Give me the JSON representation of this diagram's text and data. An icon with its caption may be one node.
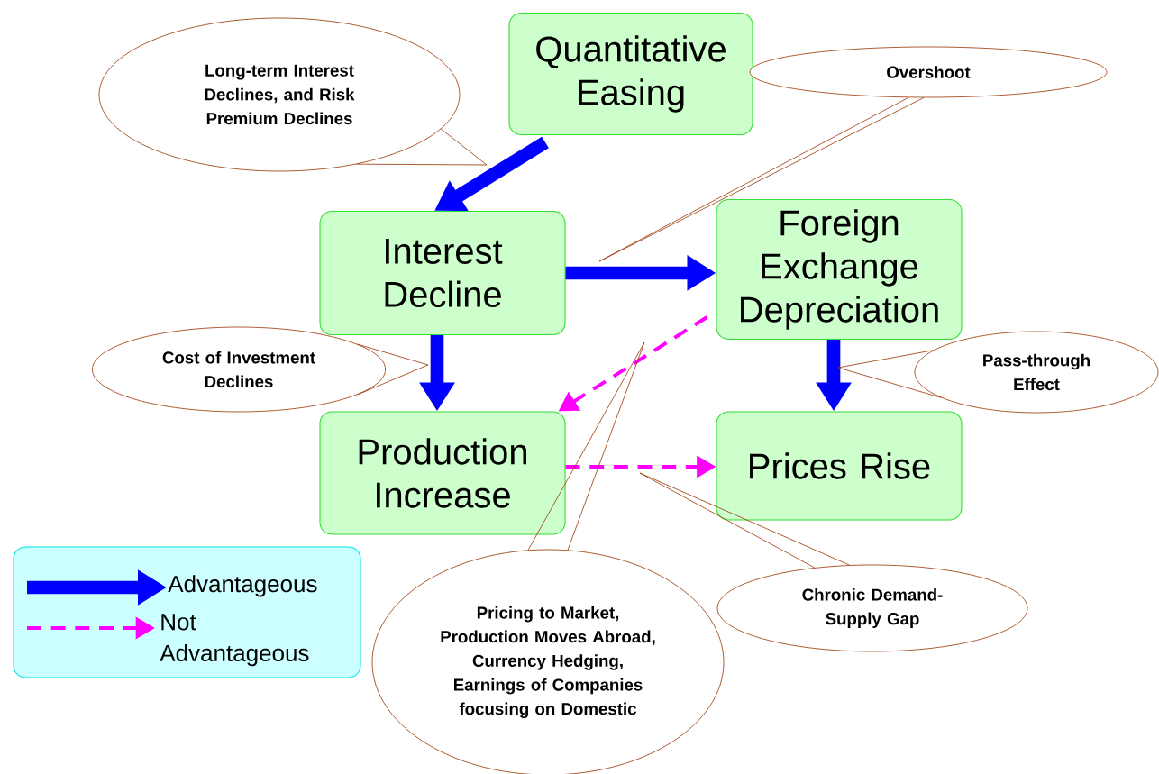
{
  "diagram": {
    "nodes": [
      {
        "text": [
          "Quantitative Easing"
        ]
      },
      {
        "text": [
          "Interest Decline"
        ]
      },
      {
        "text": [
          "Foreign Exchange Depreciation"
        ]
      },
      {
        "text": [
          "Production Increase"
        ]
      },
      {
        "text": [
          "Prices Rise"
        ]
      },
      {
        "text": [
          "Long-term Interest Declines, and Risk Premium Declines"
        ]
      },
      {
        "text": [
          "Overshoot"
        ]
      },
      {
        "text": [
          "Cost of Investment Declines"
        ]
      },
      {
        "text": [
          "Pass-through Effect"
        ]
      },
      {
        "text": [
          "Pricing to Market, Production Moves Abroad, Currency Hedging, Earnings of Companies focusing on Domestic"
        ]
      },
      {
        "text": [
          "Chronic Demand-Supply Gap"
        ]
      }
    ],
    "edges": [
      {
        "from": 0,
        "to": 1,
        "arrow": "to",
        "style": "thick",
        "color": "#0000ff"
      },
      {
        "from": 1,
        "to": 2,
        "arrow": "to",
        "style": "thick",
        "color": "#0000ff"
      },
      {
        "from": 1,
        "to": 3,
        "arrow": "to",
        "style": "thick",
        "color": "#0000ff"
      },
      {
        "from": 2,
        "to": 4,
        "arrow": "to",
        "style": "thick",
        "color": "#0000ff"
      },
      {
        "from": 2,
        "to": 3,
        "arrow": "to",
        "style": "dashed",
        "color": "#ff00ff"
      },
      {
        "from": 3,
        "to": 4,
        "arrow": "to",
        "style": "dashed",
        "color": "#ff00ff"
      },
      {
        "from": 5,
        "to": null,
        "arrow": "none"
      },
      {
        "from": 6,
        "to": null,
        "arrow": "none"
      },
      {
        "from": 7,
        "to": null,
        "arrow": "none"
      },
      {
        "from": 8,
        "to": null,
        "arrow": "none"
      },
      {
        "from": 9,
        "to": null,
        "arrow": "none"
      },
      {
        "from": 10,
        "to": null,
        "arrow": "none"
      }
    ],
    "legend": [
      {
        "text": "Advantageous"
      },
      {
        "text": "Not Advantageous"
      }
    ]
  }
}
